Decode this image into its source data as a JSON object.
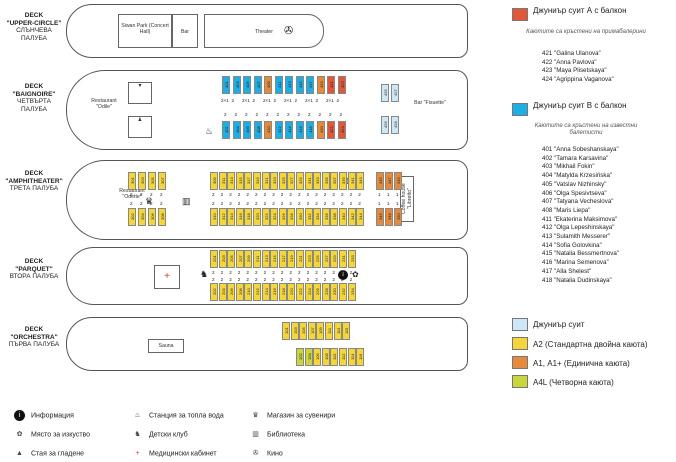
{
  "colors": {
    "junior_a": "#e2573a",
    "junior_b": "#1eaee6",
    "junior": "#cde7f7",
    "a2": "#f5d63a",
    "a1": "#e58a3a",
    "a4l": "#c9d53b"
  },
  "decks": [
    {
      "name": "DECK",
      "title": "\"UPPER-CIRCLE\"",
      "bg": "СЛЪНЧЕВА\nПАЛУБА"
    },
    {
      "name": "DECK",
      "title": "\"BAIGNOIRE\"",
      "bg": "ЧЕТВЪРТА\nПАЛУБА"
    },
    {
      "name": "DECK",
      "title": "\"AMPHITHEATER\"",
      "bg": "ТРЕТА ПАЛУБА"
    },
    {
      "name": "DECK",
      "title": "\"PARQUET\"",
      "bg": "ВТОРА ПАЛУБА"
    },
    {
      "name": "DECK",
      "title": "\"ORCHESTRA\"",
      "bg": "ПЪРВА ПАЛУБА"
    }
  ],
  "rooms": {
    "siwan": "Siwan Park (Concert Hall)",
    "bar": "Bar",
    "theater": "Theater",
    "rest_odile": "Restaurant \"Odile\"",
    "bar_fisuette": "Bar \"Fisuette\"",
    "rest_odette": "Restaurant \"Odette\"",
    "coffee_house": "Coffee house \"Libretto\"",
    "sauna": "Sauna"
  },
  "legend": {
    "junior_a": "Джуниър суит А с балкон",
    "junior_a_sub": "Каютите са кръстени на примабалерини",
    "junior_a_list": [
      "421  \"Galina Ulanova\"",
      "422  \"Anna Pavlova\"",
      "423  \"Maya Plisetskaya\"",
      "424  \"Agrippina Vaganova\""
    ],
    "junior_b": "Джуниър суит В с балкон",
    "junior_b_sub": "Каютите са кръстени на известни балетисти",
    "junior_b_list": [
      "401  \"Anna Sobeshanskaya\"",
      "402  \"Tamara Karsavina\"",
      "403  \"Mikhail Fokin\"",
      "404  \"Matylda Krzesińska\"",
      "405  \"Vatslav Nizhinsky\"",
      "406  \"Olga Spesivtseva\"",
      "407  \"Tatyana Vecheslova\"",
      "408  \"Maris Liepa\"",
      "411  \"Ekaterina Maksimova\"",
      "412  \"Olga Lepeshinskaya\"",
      "413  \"Sulamith Messerer\"",
      "414  \"Sofia Golovkina\"",
      "415  \"Natalia Bessmertnova\"",
      "416  \"Marina Semenova\"",
      "417  \"Alla Shelest\"",
      "418  \"Natalia Dudinskaya\""
    ],
    "junior": "Джуниър суит",
    "a2": "А2 (Стандартна двойна каюта)",
    "a1": "А1, А1+ (Единична каюта)",
    "a4l": "А4L (Четворна каюта)"
  },
  "icons": [
    {
      "name": "info-icon",
      "label": "Информация",
      "glyph": "i",
      "color": "#111"
    },
    {
      "name": "art-icon",
      "label": "Място за изкуство",
      "glyph": "✿",
      "color": "#444"
    },
    {
      "name": "ironing-icon",
      "label": "Стая за гладене",
      "glyph": "▲",
      "color": "#444"
    },
    {
      "name": "water-station-icon",
      "label": "Станция за топла вода",
      "glyph": "♨",
      "color": "#444"
    },
    {
      "name": "kids-club-icon",
      "label": "Детски клуб",
      "glyph": "♞",
      "color": "#444"
    },
    {
      "name": "medical-icon",
      "label": "Медицински кабинет",
      "glyph": "+",
      "color": "#d33"
    },
    {
      "name": "souvenir-icon",
      "label": "Магазин за сувенири",
      "glyph": "♛",
      "color": "#444"
    },
    {
      "name": "library-icon",
      "label": "Библиотека",
      "glyph": "▥",
      "color": "#444"
    },
    {
      "name": "cinema-icon",
      "label": "Кино",
      "glyph": "✇",
      "color": "#444"
    }
  ],
  "cabins": {
    "baig_top": [
      {
        "n": "401",
        "c": "junior_b"
      },
      {
        "n": "403",
        "c": "junior_b"
      },
      {
        "n": "405",
        "c": "junior_b"
      },
      {
        "n": "407",
        "c": "junior_b"
      },
      {
        "n": "409",
        "c": "a1"
      },
      {
        "n": "411",
        "c": "junior_b"
      },
      {
        "n": "413",
        "c": "junior_b"
      },
      {
        "n": "415",
        "c": "junior_b"
      },
      {
        "n": "417",
        "c": "junior_b"
      },
      {
        "n": "419",
        "c": "a1"
      },
      {
        "n": "421",
        "c": "junior_a"
      },
      {
        "n": "423",
        "c": "junior_a"
      }
    ],
    "baig_bot": [
      {
        "n": "402",
        "c": "junior_b"
      },
      {
        "n": "404",
        "c": "junior_b"
      },
      {
        "n": "406",
        "c": "junior_b"
      },
      {
        "n": "408",
        "c": "junior_b"
      },
      {
        "n": "410",
        "c": "a1"
      },
      {
        "n": "412",
        "c": "junior_b"
      },
      {
        "n": "414",
        "c": "junior_b"
      },
      {
        "n": "416",
        "c": "junior_b"
      },
      {
        "n": "418",
        "c": "junior_b"
      },
      {
        "n": "420",
        "c": "a1"
      },
      {
        "n": "422",
        "c": "junior_a"
      },
      {
        "n": "424",
        "c": "junior_a"
      }
    ],
    "baig_aft_top": [
      {
        "n": "425",
        "c": "junior"
      },
      {
        "n": "427",
        "c": "junior"
      }
    ],
    "baig_aft_bot": [
      {
        "n": "426",
        "c": "junior"
      },
      {
        "n": "428",
        "c": "junior"
      }
    ],
    "amph_top": [
      "301",
      "303",
      "305",
      "307",
      "309",
      "311",
      "313",
      "315",
      "317",
      "319",
      "321",
      "323",
      "325",
      "327",
      "329",
      "331",
      "333",
      "335",
      "337",
      "339",
      "341",
      "343"
    ],
    "amph_bot": [
      "302",
      "304",
      "306",
      "308",
      "310",
      "312",
      "314",
      "316",
      "318",
      "320",
      "322",
      "324",
      "326",
      "328",
      "330",
      "332",
      "334",
      "336",
      "338",
      "340",
      "342",
      "344"
    ],
    "amph_aft_top": [
      "345",
      "347",
      "349"
    ],
    "amph_aft_bot": [
      "346",
      "348",
      "350"
    ],
    "parq_top": [
      "201",
      "203",
      "205",
      "207",
      "209",
      "211",
      "213",
      "215",
      "217",
      "219",
      "221",
      "223",
      "225",
      "227",
      "229",
      "231",
      "233"
    ],
    "parq_bot": [
      "202",
      "204",
      "206",
      "208",
      "210",
      "212",
      "214",
      "216",
      "218",
      "220",
      "222",
      "224",
      "226",
      "228",
      "230",
      "232",
      "234"
    ],
    "orch_top": [
      "101",
      "103",
      "105",
      "107",
      "109",
      "111",
      "113",
      "115"
    ],
    "orch_bot": [
      "102",
      "104",
      "106",
      "108",
      "110",
      "112",
      "114",
      "116"
    ]
  }
}
